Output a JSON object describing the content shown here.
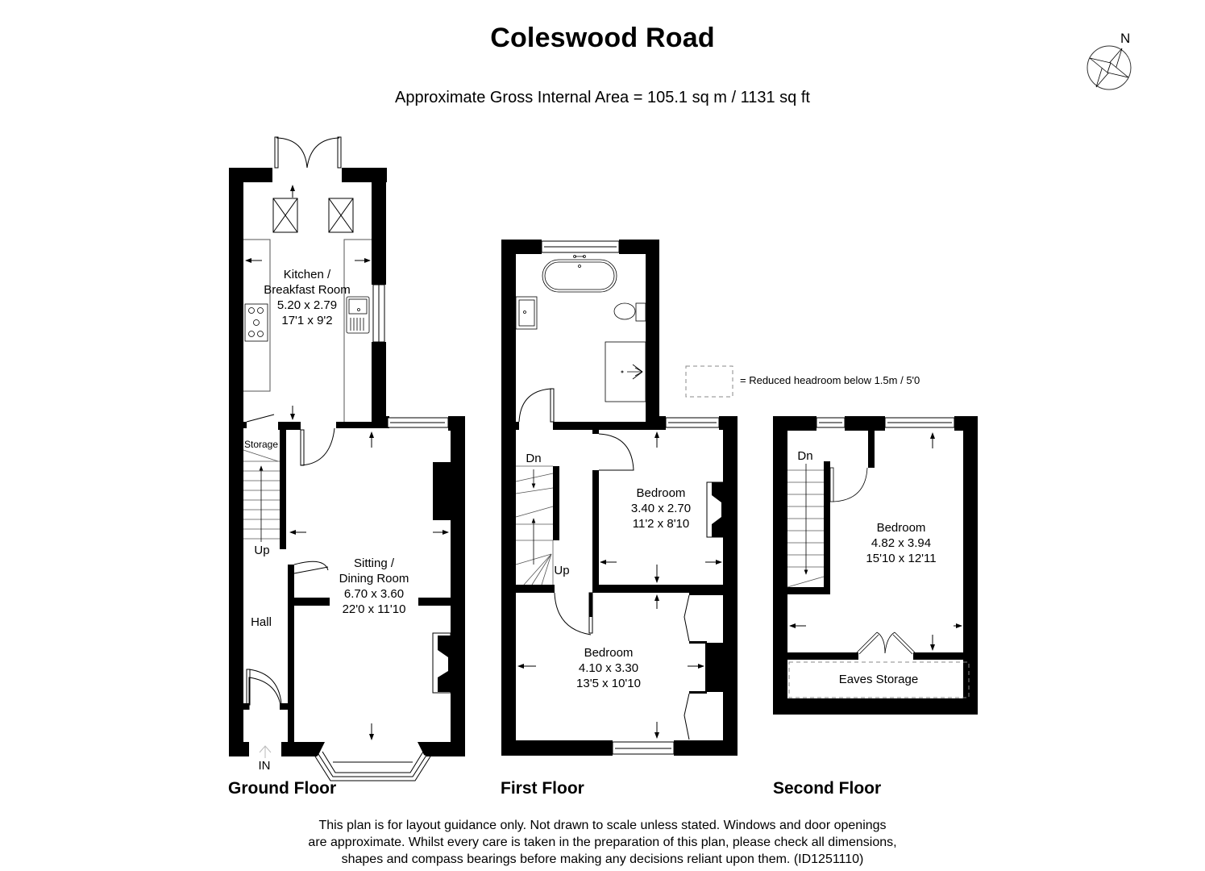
{
  "header": {
    "title": "Coleswood Road",
    "area": "Approximate Gross Internal Area = 105.1 sq m / 1131 sq ft"
  },
  "compass": {
    "label": "N",
    "icon": "compass-rose-icon"
  },
  "legend": {
    "text": "= Reduced headroom below 1.5m / 5'0"
  },
  "floors": {
    "ground": {
      "label": "Ground Floor",
      "rooms": {
        "kitchen": {
          "name1": "Kitchen /",
          "name2": "Breakfast Room",
          "metric": "5.20 x 2.79",
          "imperial": "17'1 x 9'2"
        },
        "sitting": {
          "name1": "Sitting /",
          "name2": "Dining Room",
          "metric": "6.70 x 3.60",
          "imperial": "22'0 x 11'10"
        },
        "storage": {
          "name": "Storage"
        },
        "hall": {
          "name": "Hall"
        }
      },
      "stairs_label": "Up",
      "entrance_label": "IN"
    },
    "first": {
      "label": "First Floor",
      "rooms": {
        "bedroom_rear": {
          "name": "Bedroom",
          "metric": "3.40 x 2.70",
          "imperial": "11'2 x 8'10"
        },
        "bedroom_front": {
          "name": "Bedroom",
          "metric": "4.10 x 3.30",
          "imperial": "13'5 x 10'10"
        }
      },
      "stairs_down": "Dn",
      "stairs_up": "Up"
    },
    "second": {
      "label": "Second Floor",
      "rooms": {
        "bedroom": {
          "name": "Bedroom",
          "metric": "4.82 x 3.94",
          "imperial": "15'10 x 12'11"
        },
        "eaves": {
          "name": "Eaves Storage"
        }
      },
      "stairs_down": "Dn"
    }
  },
  "disclaimer": {
    "line1": "This plan is for layout guidance only. Not drawn to scale unless stated. Windows and door openings",
    "line2": "are approximate. Whilst every care is taken in the preparation of this plan, please check all dimensions,",
    "line3": "shapes and compass bearings before making any decisions reliant upon them. (ID1251110)"
  },
  "colors": {
    "wall": "#000000",
    "background": "#ffffff",
    "fixture_line": "#555555",
    "dashed": "#888888"
  }
}
